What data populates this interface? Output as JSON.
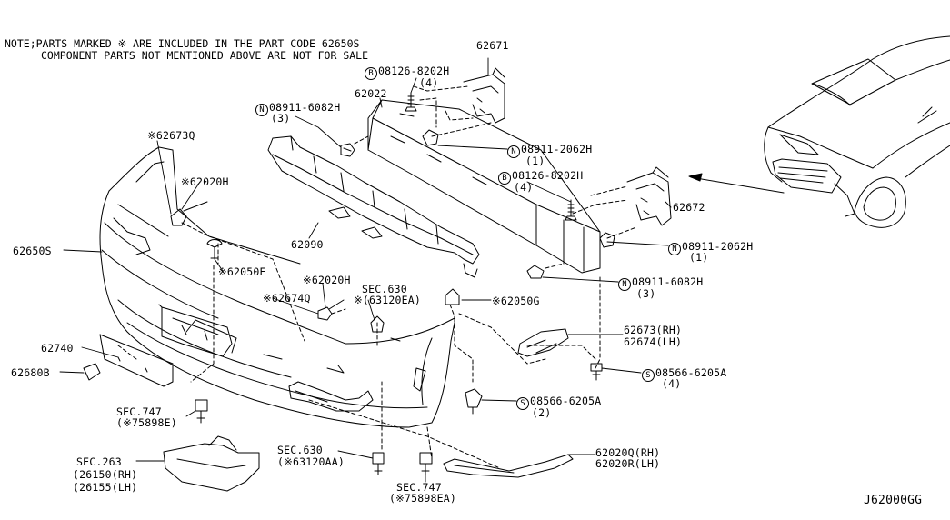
{
  "notes": {
    "line1": "NOTE;PARTS MARKED ※ ARE INCLUDED IN THE PART CODE 62650S",
    "line2": "COMPONENT PARTS NOT MENTIONED ABOVE ARE NOT FOR SALE"
  },
  "diagram_code": "J62000GG",
  "labels": {
    "p62671": "62671",
    "bolt1_symbol": "B",
    "bolt1_code": "08126-8202H",
    "bolt1_qty": "(4)",
    "p62022": "62022",
    "nut1_symbol": "N",
    "nut1_code": "08911-6082H",
    "nut1_qty": "(3)",
    "p62673q": "※62673Q",
    "p62020h_a": "※62020H",
    "nut2_symbol": "N",
    "nut2_code": "08911-2062H",
    "nut2_qty": "(1)",
    "bolt2_symbol": "B",
    "bolt2_code": "08126-8202H",
    "bolt2_qty": "(4)",
    "p62672": "62672",
    "nut3_symbol": "N",
    "nut3_code": "08911-2062H",
    "nut3_qty": "(1)",
    "p62650s": "62650S",
    "p62090": "62090",
    "p62050e": "※62050E",
    "nut4_symbol": "N",
    "nut4_code": "08911-6082H",
    "nut4_qty": "(3)",
    "p62020h_b": "※62020H",
    "p62674q": "※62674Q",
    "sec630_a": "SEC.630",
    "sec630_a_sub": "※(63120EA)",
    "p62050g": "※62050G",
    "p62673_rh": "62673(RH)",
    "p62674_lh": "62674(LH)",
    "p62740": "62740",
    "screw1_symbol": "S",
    "screw1_code": "08566-6205A",
    "screw1_qty": "(4)",
    "p62680b": "62680B",
    "screw2_symbol": "S",
    "screw2_code": "08566-6205A",
    "screw2_qty": "(2)",
    "sec747_a": "SEC.747",
    "sec747_a_sub": "(※75898E)",
    "sec263": "SEC.263",
    "sec263_rh": "(26150(RH)",
    "sec263_lh": "(26155(LH)",
    "sec630_b": "SEC.630",
    "sec630_b_sub": "(※63120AA)",
    "sec747_b": "SEC.747",
    "sec747_b_sub": "(※75898EA)",
    "p62020q_rh": "62020Q(RH)",
    "p62020r_lh": "62020R(LH)"
  }
}
